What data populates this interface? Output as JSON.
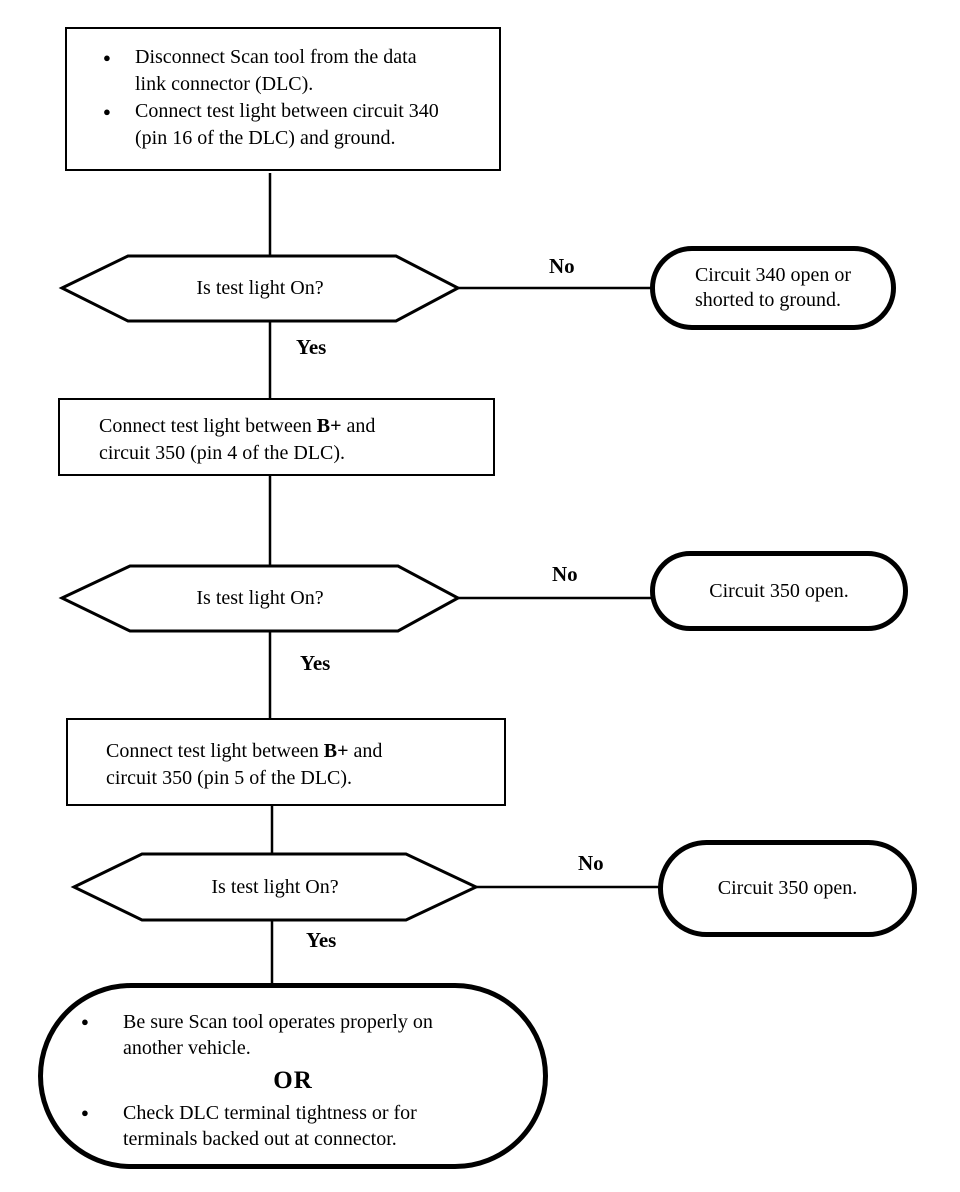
{
  "flowchart": {
    "colors": {
      "ink": "#000000",
      "paper": "#ffffff"
    },
    "step1": {
      "bullets": [
        {
          "line1": "Disconnect Scan tool from the data",
          "line2": "link connector (DLC)."
        },
        {
          "line1": "Connect test light between circuit 340",
          "line2": "(pin 16 of the DLC) and ground."
        }
      ]
    },
    "decision1": {
      "question": "Is test light On?",
      "yes_label": "Yes",
      "no_label": "No"
    },
    "result1": {
      "line1": "Circuit 340 open or",
      "line2": "shorted to ground."
    },
    "step2": {
      "line1_pre": "Connect test light between ",
      "line1_bold": "B+",
      "line1_post": " and",
      "line2": "circuit 350 (pin 4 of the DLC)."
    },
    "decision2": {
      "question": "Is test light On?",
      "yes_label": "Yes",
      "no_label": "No"
    },
    "result2": {
      "line1": "Circuit 350 open."
    },
    "step3": {
      "line1_pre": "Connect test light between ",
      "line1_bold": "B+",
      "line1_post": " and",
      "line2": "circuit 350 (pin 5 of the DLC)."
    },
    "decision3": {
      "question": "Is test light On?",
      "yes_label": "Yes",
      "no_label": "No"
    },
    "result3": {
      "line1": "Circuit 350 open."
    },
    "final": {
      "bullet1": {
        "line1": "Be sure Scan tool operates properly on",
        "line2": "another vehicle."
      },
      "or_label": "OR",
      "bullet2": {
        "line1": "Check DLC terminal tightness or for",
        "line2": "terminals backed out at connector."
      }
    }
  }
}
